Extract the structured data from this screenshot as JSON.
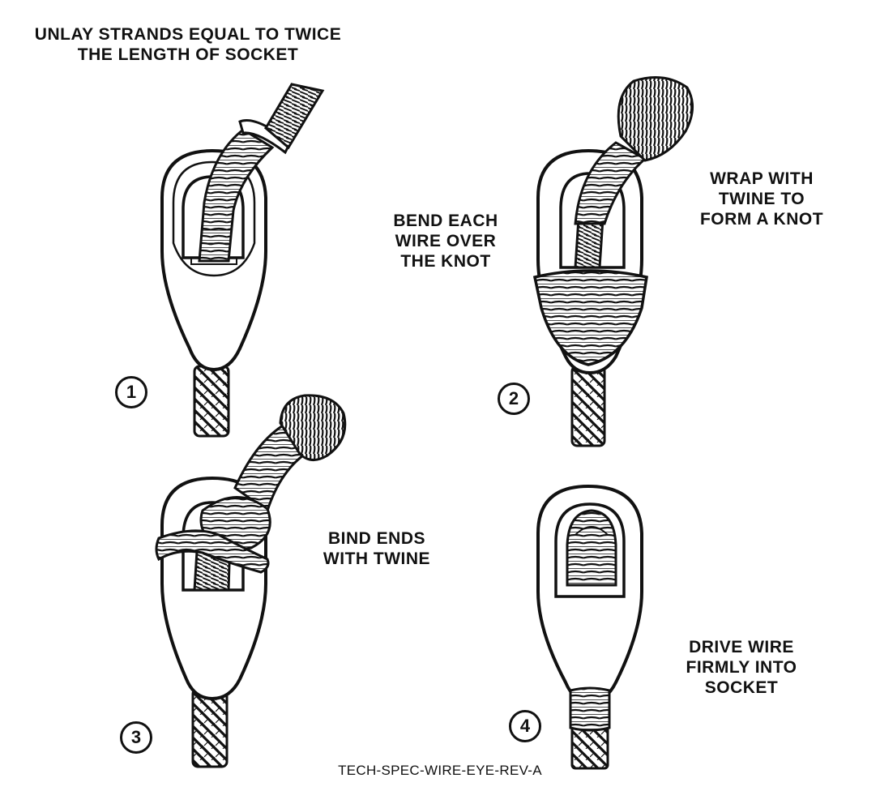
{
  "captions": {
    "unlay": [
      "UNLAY STRANDS  EQUAL TO TWICE",
      "THE LENGTH OF SOCKET"
    ],
    "bend": [
      "BEND EACH",
      "WIRE OVER",
      "THE KNOT"
    ],
    "wrap": [
      "WRAP WITH",
      "TWINE TO",
      "FORM A KNOT"
    ],
    "bind": [
      "BIND ENDS",
      "WITH TWINE"
    ],
    "drive": [
      "DRIVE WIRE",
      "FIRMLY INTO",
      "SOCKET"
    ]
  },
  "steps": [
    "1",
    "2",
    "3",
    "4"
  ],
  "footer": "TECH-SPEC-WIRE-EYE-REV-A"
}
